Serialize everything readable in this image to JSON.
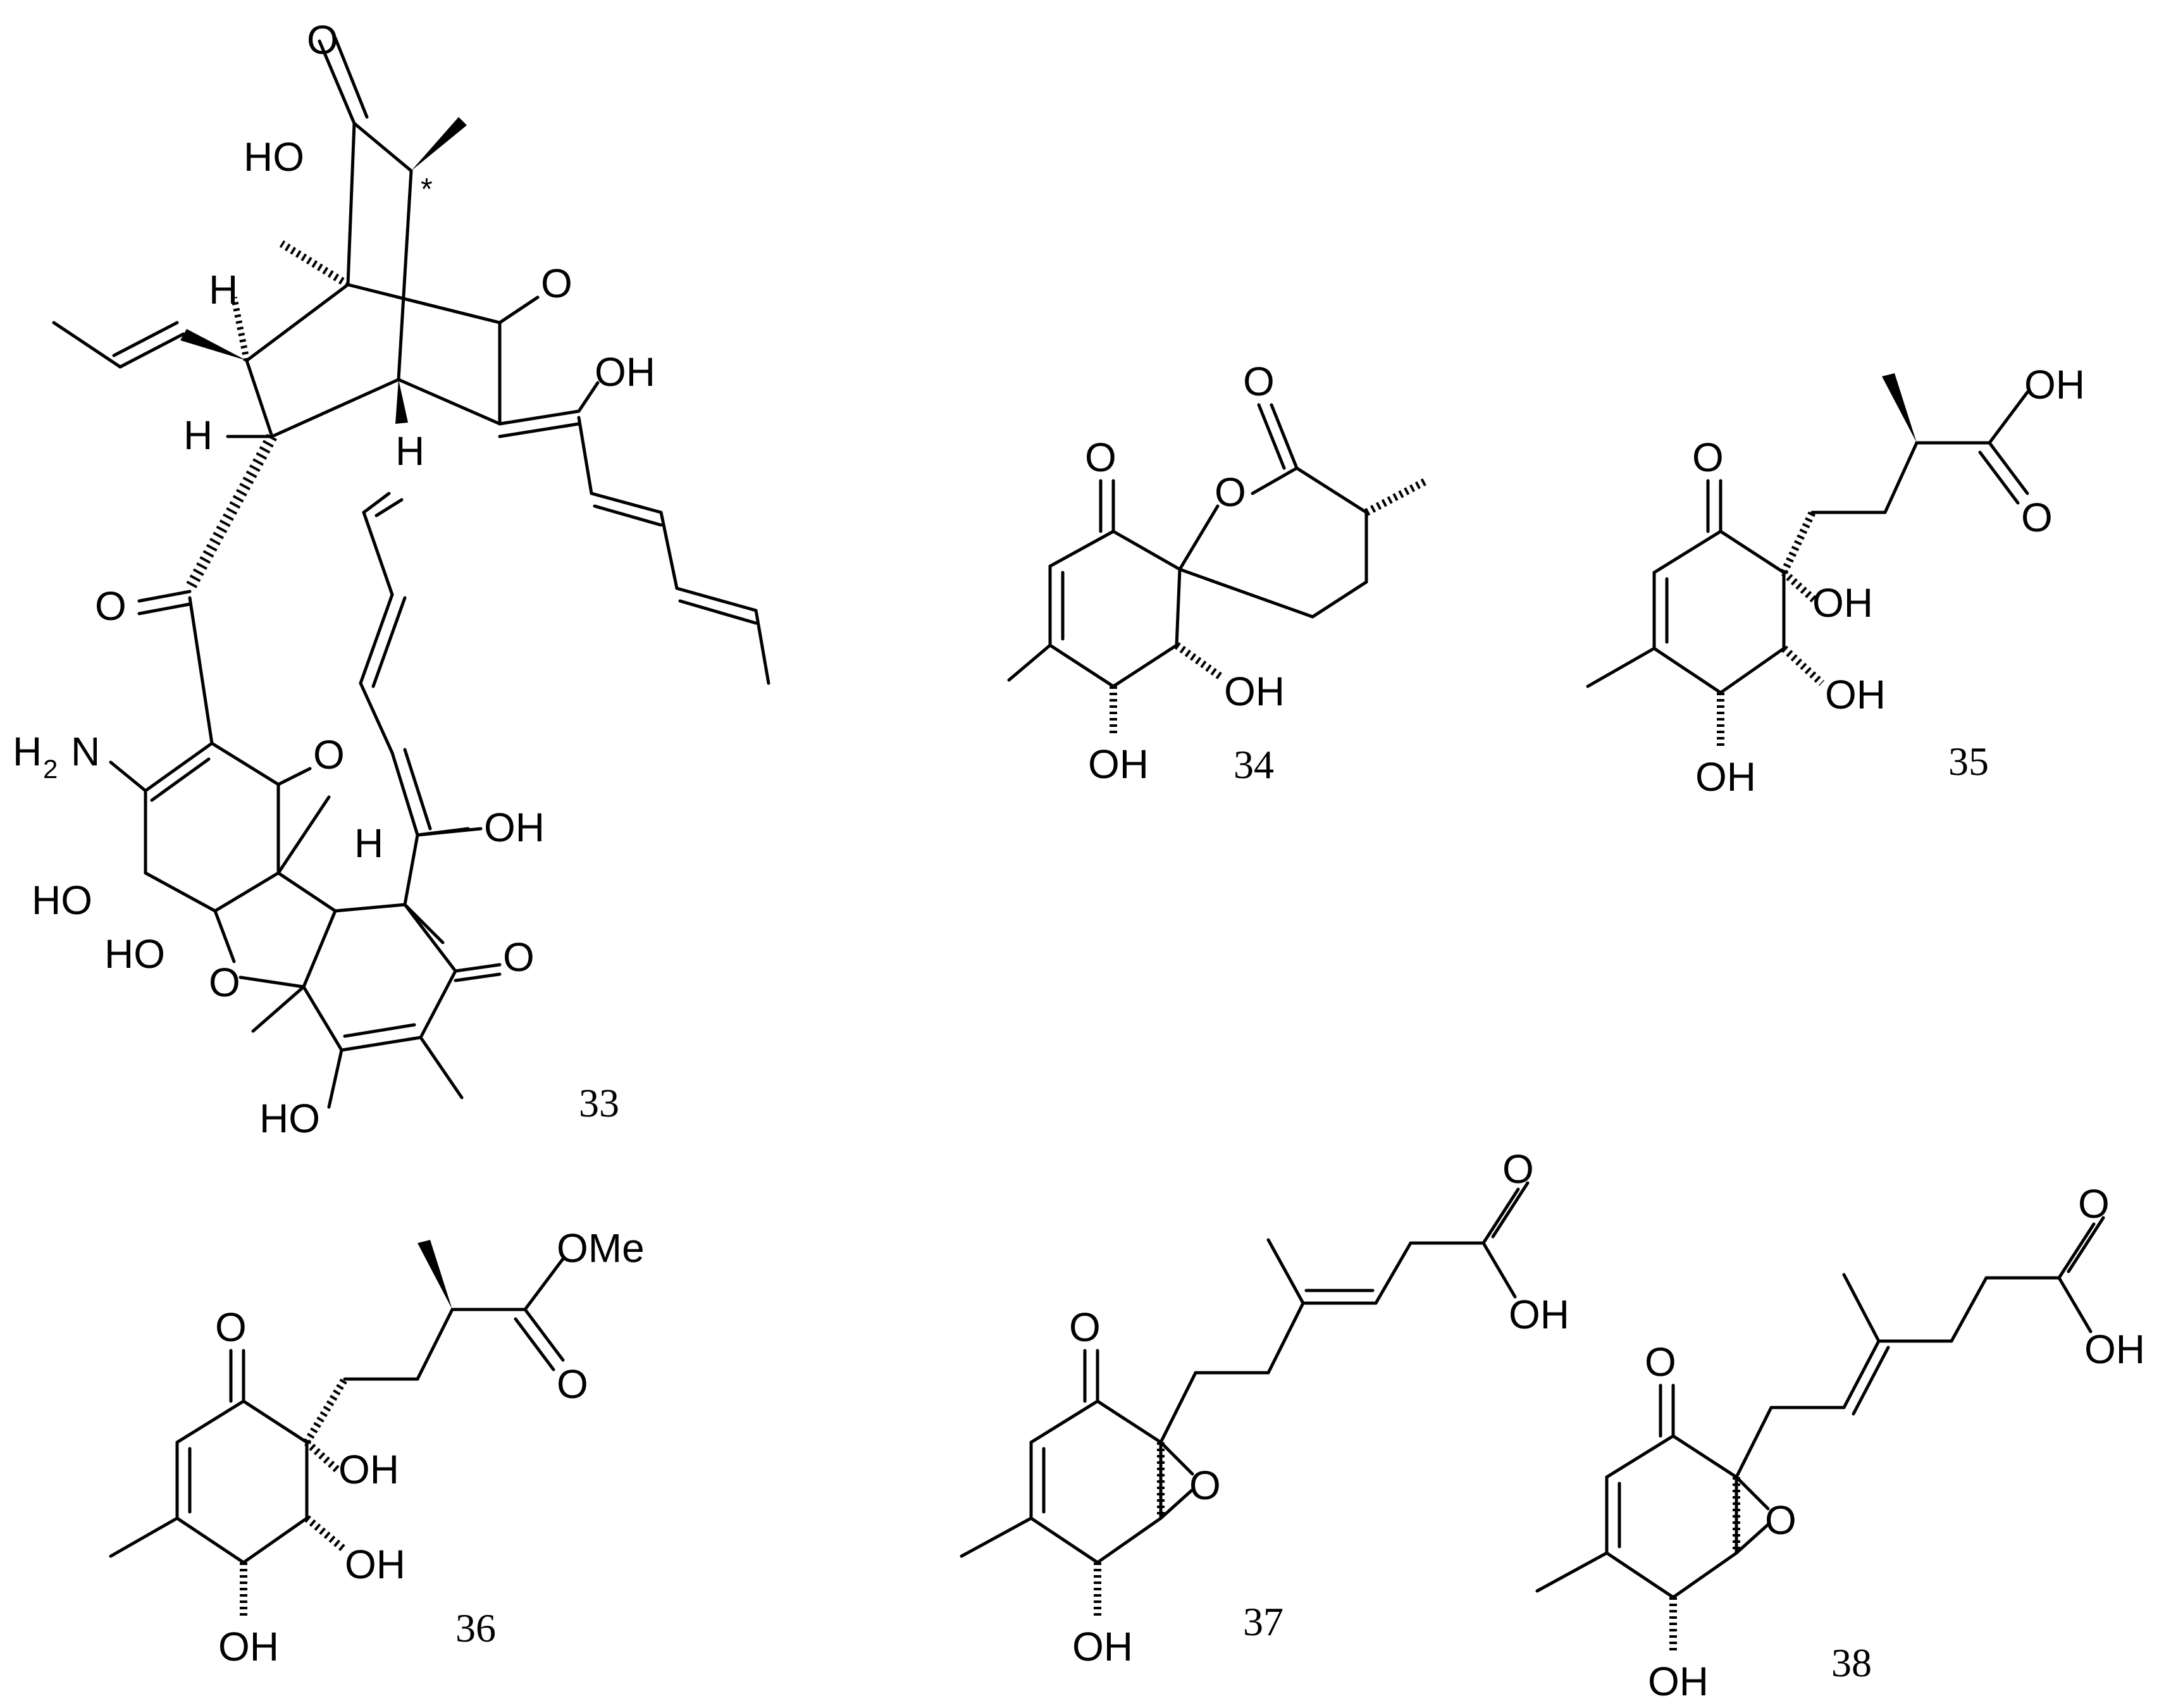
{
  "compounds": [
    {
      "id": "c33",
      "number": "33",
      "atoms": [
        "O",
        "HO",
        "*",
        "H",
        "O",
        "OH",
        "H",
        "H",
        "O",
        "H",
        "N",
        "2",
        "O",
        "H",
        "OH",
        "HO",
        "O",
        "HO",
        "O",
        "HO"
      ]
    },
    {
      "id": "c34",
      "number": "34",
      "atoms": [
        "O",
        "O",
        "O",
        "OH",
        "OH"
      ]
    },
    {
      "id": "c35",
      "number": "35",
      "atoms": [
        "OH",
        "O",
        "O",
        "OH",
        "OH",
        "OH"
      ]
    },
    {
      "id": "c36",
      "number": "36",
      "atoms": [
        "OMe",
        "O",
        "O",
        "OH",
        "OH",
        "OH"
      ]
    },
    {
      "id": "c37",
      "number": "37",
      "atoms": [
        "O",
        "OH",
        "O",
        "O",
        "OH"
      ]
    },
    {
      "id": "c38",
      "number": "38",
      "atoms": [
        "O",
        "OH",
        "O",
        "O",
        "OH"
      ]
    }
  ]
}
